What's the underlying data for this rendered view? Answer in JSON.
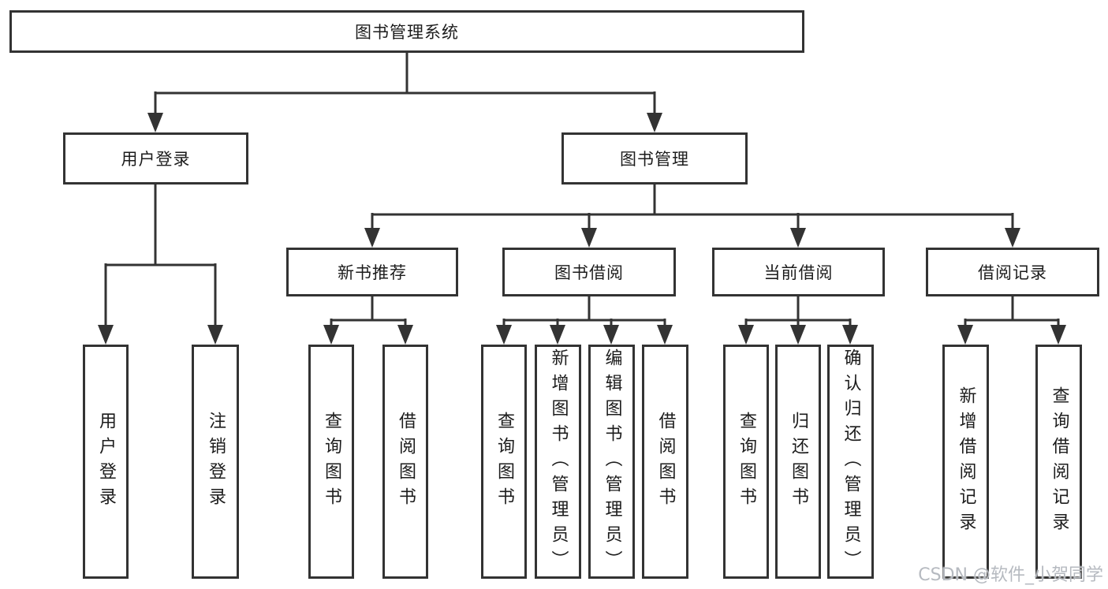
{
  "diagram": {
    "type": "tree-function-structure",
    "tree": {
      "root_label": "图书管理系统",
      "level2": [
        {
          "label": "用户登录",
          "children": [
            "用户登录",
            "注销登录"
          ]
        },
        {
          "label": "图书管理",
          "children": [
            {
              "label": "新书推荐",
              "children": [
                "查询图书",
                "借阅图书"
              ]
            },
            {
              "label": "图书借阅",
              "children": [
                "查询图书",
                "新增图书（管理员）",
                "编辑图书（管理员）",
                "借阅图书"
              ]
            },
            {
              "label": "当前借阅",
              "children": [
                "查询图书",
                "归还图书",
                "确认归还（管理员）"
              ]
            },
            {
              "label": "借阅记录",
              "children": [
                "新增借阅记录",
                "查询借阅记录"
              ]
            }
          ]
        }
      ]
    },
    "colors": {
      "line": "#333333",
      "text": "#1c1c1c",
      "background": "#ffffff",
      "watermark": "#b6bac0"
    }
  },
  "watermark": {
    "text": "CSDN @软件_小贺同学"
  }
}
